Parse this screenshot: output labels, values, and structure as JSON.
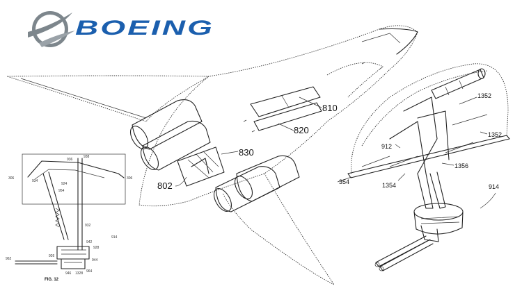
{
  "logo": {
    "wordmark": "BOEING",
    "brand_color": "#1b5fae",
    "icon": "boeing-symbol-icon"
  },
  "main_figure": {
    "labels": {
      "l810": "810",
      "l820": "820",
      "l830": "830",
      "l802": "802"
    }
  },
  "right_figure": {
    "labels": {
      "l1352a": "1352",
      "l1352b": "1352",
      "l912": "912",
      "l1356": "1356",
      "l354": "354",
      "l1354": "1354",
      "l914": "914"
    }
  },
  "left_figure": {
    "caption": "FIG. 12",
    "labels": {
      "l306a": "306",
      "l306b": "306",
      "l936": "936",
      "l938": "938",
      "l934": "934",
      "l924": "924",
      "l954": "954",
      "l932": "932",
      "l914": "914",
      "l942": "942",
      "l928": "928",
      "l926": "926",
      "l944": "944",
      "l962": "962",
      "l946": "946",
      "l1328": "1328",
      "l964": "964"
    }
  }
}
